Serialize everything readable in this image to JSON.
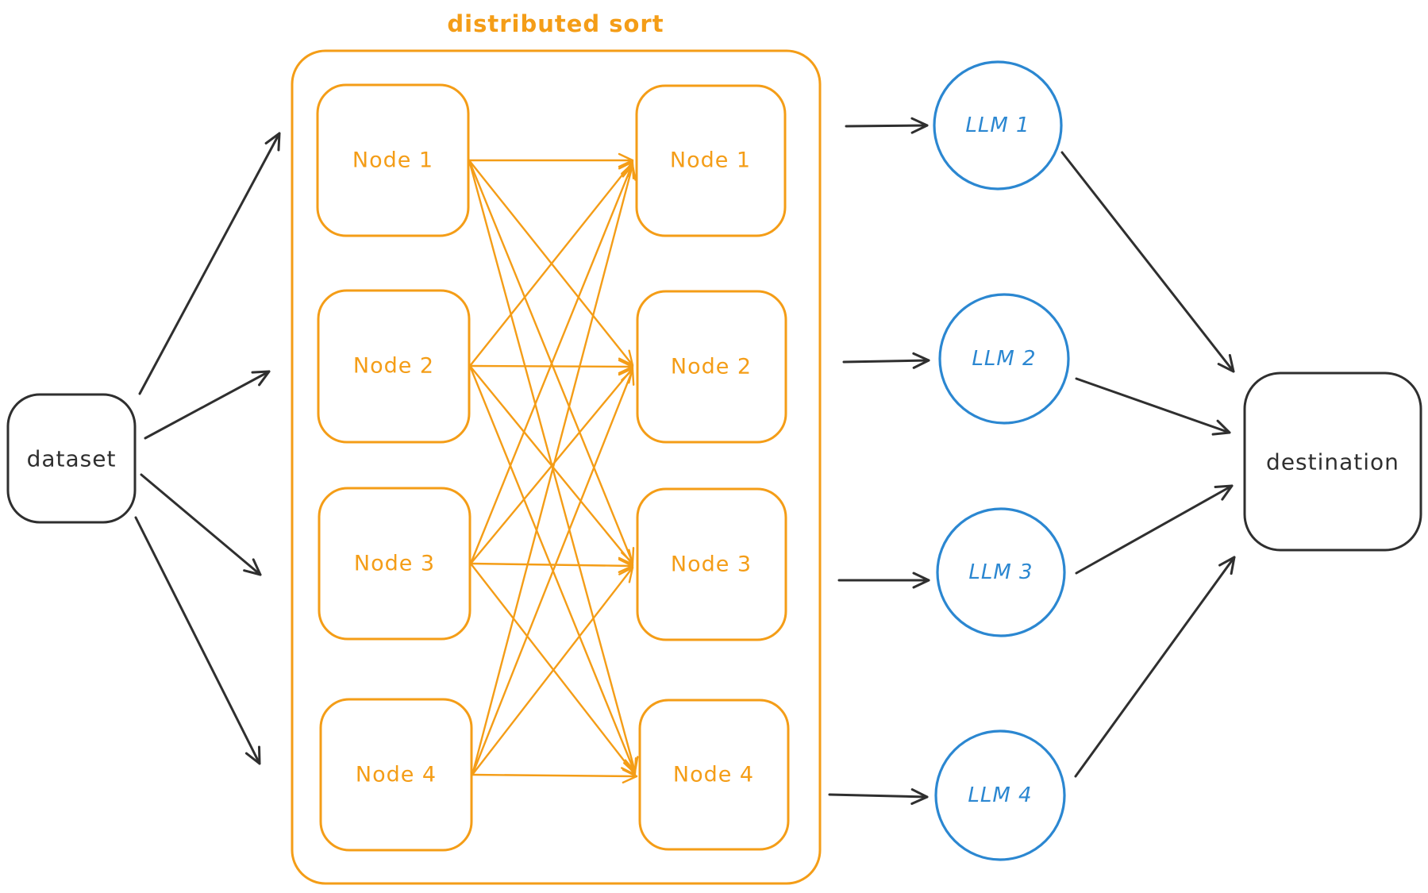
{
  "diagram": {
    "title": "distributed sort",
    "dataset_label": "dataset",
    "destination_label": "destination",
    "left_nodes": [
      "Node 1",
      "Node 2",
      "Node 3",
      "Node 4"
    ],
    "right_nodes": [
      "Node 1",
      "Node 2",
      "Node 3",
      "Node 4"
    ],
    "llms": [
      "LLM 1",
      "LLM 2",
      "LLM 3",
      "LLM 4"
    ],
    "colors": {
      "orange": "#f49d17",
      "blue": "#2b87d1",
      "ink": "#2f2f2f"
    }
  }
}
